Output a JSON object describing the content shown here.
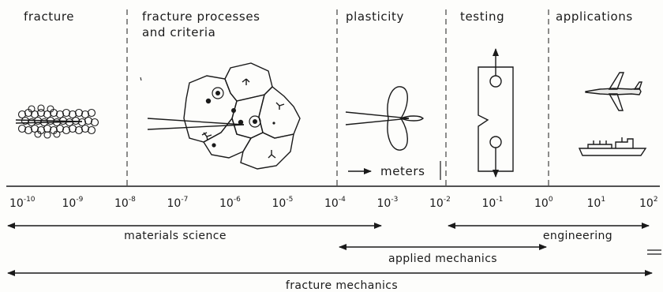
{
  "section_headers": [
    {
      "id": "fracture",
      "lines": [
        "fracture"
      ]
    },
    {
      "id": "processes",
      "lines": [
        "fracture processes",
        "and criteria"
      ]
    },
    {
      "id": "plasticity",
      "lines": [
        "plasticity"
      ]
    },
    {
      "id": "testing",
      "lines": [
        "testing"
      ]
    },
    {
      "id": "applications",
      "lines": [
        "applications"
      ]
    }
  ],
  "scale_marker": {
    "label": "meters"
  },
  "axis": {
    "base": "10",
    "exponents": [
      "-10",
      "-9",
      "-8",
      "-7",
      "-6",
      "-5",
      "-4",
      "-3",
      "-2",
      "-1",
      "0",
      "1",
      "2"
    ]
  },
  "ranges": [
    {
      "id": "materials-science",
      "label": "materials science",
      "from_exp": -10,
      "to_exp": -3
    },
    {
      "id": "engineering",
      "label": "engineering",
      "from_exp": -2,
      "to_exp": 2
    },
    {
      "id": "applied-mechanics",
      "label": "applied mechanics",
      "from_exp": -4,
      "to_exp": 0
    },
    {
      "id": "fracture-mechanics",
      "label": "fracture mechanics",
      "from_exp": -10,
      "to_exp": 2
    }
  ],
  "colors": {
    "ink": "#1a1a1a",
    "paper": "#fdfdfb"
  }
}
